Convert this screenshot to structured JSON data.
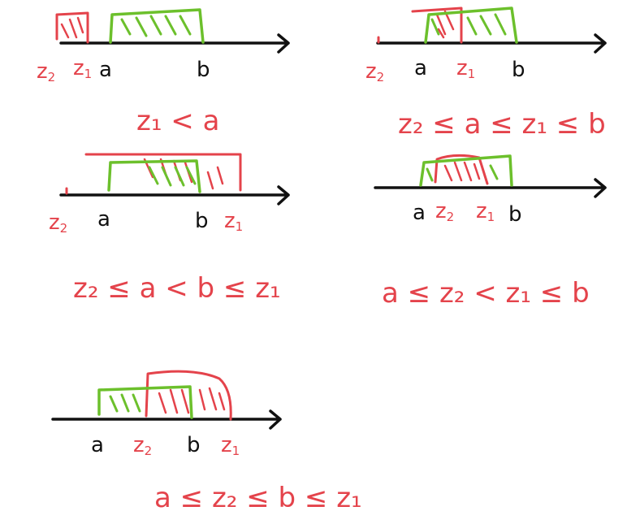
{
  "panels": [
    {
      "id": "p1",
      "labels": {
        "z2": "z",
        "z2_sub": "2",
        "z1": "z",
        "z1_sub": "1",
        "a": "a",
        "b": "b"
      },
      "condition": "z₁ < a"
    },
    {
      "id": "p2",
      "labels": {
        "z2": "z",
        "z2_sub": "2",
        "a": "a",
        "z1": "z",
        "z1_sub": "1",
        "b": "b"
      },
      "condition": "z₂ ≤ a ≤ z₁ ≤ b"
    },
    {
      "id": "p3",
      "labels": {
        "z2": "z",
        "z2_sub": "2",
        "a": "a",
        "b": "b",
        "z1": "z",
        "z1_sub": "1"
      },
      "condition": "z₂ ≤ a < b ≤ z₁"
    },
    {
      "id": "p4",
      "labels": {
        "a": "a",
        "z2": "z",
        "z2_sub": "2",
        "z1": "z",
        "z1_sub": "1",
        "b": "b"
      },
      "condition": "a ≤ z₂ < z₁ ≤ b"
    },
    {
      "id": "p5",
      "labels": {
        "a": "a",
        "z2": "z",
        "z2_sub": "2",
        "b": "b",
        "z1": "z",
        "z1_sub": "1"
      },
      "condition": "a ≤ z₂ ≤ b ≤ z₁"
    }
  ],
  "colors": {
    "axis": "#111111",
    "interval_ab": "#6cc02c",
    "interval_z": "#e4434b"
  }
}
